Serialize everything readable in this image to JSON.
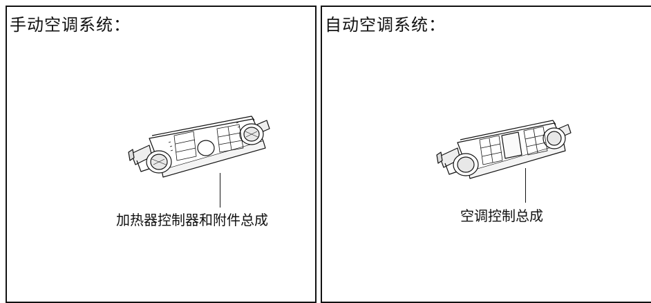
{
  "panels": {
    "manual": {
      "title": "手动空调系统：",
      "part_label": "加热器控制器和附件总成"
    },
    "auto": {
      "title": "自动空调系统：",
      "part_label": "空调控制总成"
    }
  }
}
